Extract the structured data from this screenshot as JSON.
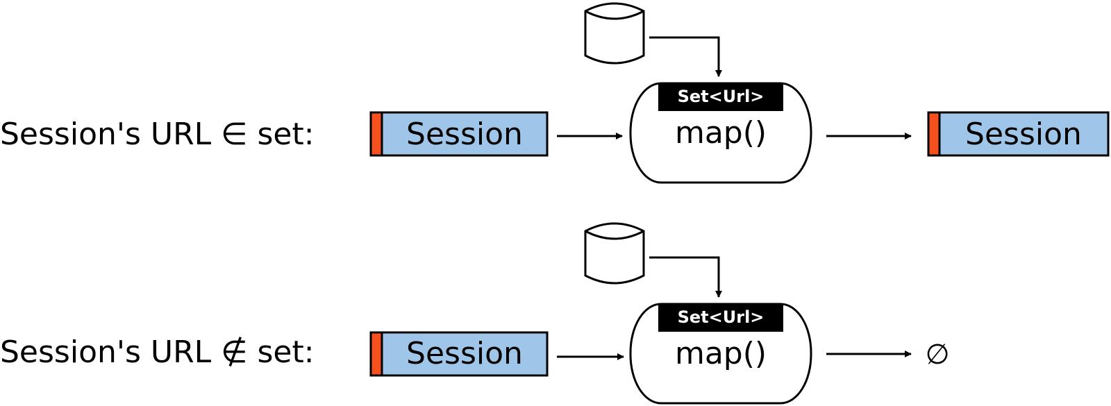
{
  "colors": {
    "record_fill": "#9fc5e8",
    "record_tag": "#f4511e",
    "stroke": "#000000",
    "side_input_bg": "#000000",
    "side_input_text": "#ffffff"
  },
  "rows": [
    {
      "label": "Session's URL ∈ set:",
      "input_record": "Session",
      "transform": "map()",
      "side_input": "Set<Url>",
      "side_input_icon": "database-icon",
      "output_record": "Session",
      "output_empty": null
    },
    {
      "label": "Session's URL ∉ set:",
      "input_record": "Session",
      "transform": "map()",
      "side_input": "Set<Url>",
      "side_input_icon": "database-icon",
      "output_record": null,
      "output_empty": "∅"
    }
  ]
}
